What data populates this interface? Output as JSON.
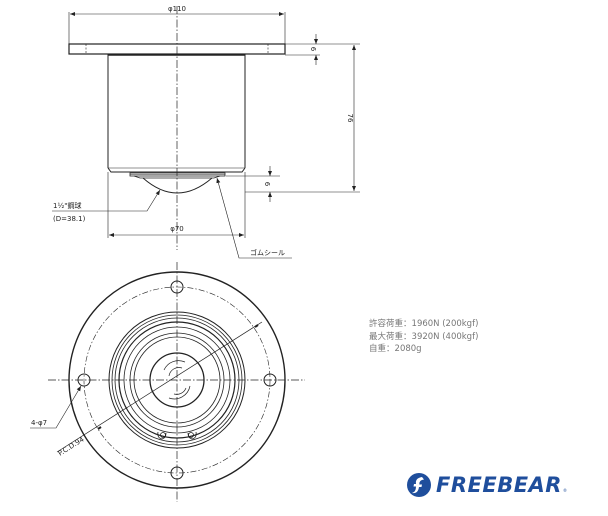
{
  "side_view": {
    "flange_diameter_label": "φ110",
    "flange_thickness_label": "6",
    "total_height_label": "76",
    "ball_protrusion_label": "6",
    "body_diameter_label": "φ70",
    "ball_label_line1": "1½\"鋼球",
    "ball_label_line2": "(D=38.1)",
    "seal_label": "ゴムシール"
  },
  "top_view": {
    "holes_label": "4-φ7",
    "pcd_label": "P.C.D.94"
  },
  "specs": [
    {
      "label": "許容荷重",
      "separator": "：",
      "value": "1960N (200kgf)"
    },
    {
      "label": "最大荷重",
      "separator": "：",
      "value": "3920N (400kgf)"
    },
    {
      "label": "自重",
      "separator": "：",
      "value": "2080g"
    }
  ],
  "brand": {
    "name": "FREEBEAR",
    "trademark": "®",
    "color": "#1f4e9c"
  },
  "colors": {
    "line": "#222222",
    "dim_line": "#333333",
    "spec_text": "#777777"
  }
}
